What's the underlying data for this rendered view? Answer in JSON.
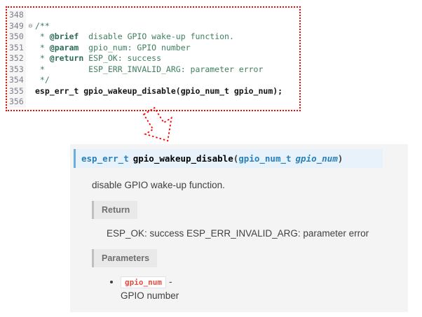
{
  "colors": {
    "accent-red": "#ff0000",
    "comment-green": "#3f7f5f",
    "tag-green": "#2d6b5a",
    "signature-bg": "#e7f2fa",
    "signature-accent": "#6ab0de",
    "link-blue": "#2980b9",
    "param-red": "#e74c3c"
  },
  "code_editor": {
    "lines": [
      {
        "number": "348",
        "fold": "",
        "segments": []
      },
      {
        "number": "349",
        "fold": "⊖",
        "segments": [
          {
            "text": "/**",
            "style": "comment"
          }
        ]
      },
      {
        "number": "350",
        "fold": "",
        "segments": [
          {
            "text": " * ",
            "style": "comment"
          },
          {
            "text": "@brief",
            "style": "tag"
          },
          {
            "text": "  disable GPIO wake-up function.",
            "style": "comment"
          }
        ]
      },
      {
        "number": "351",
        "fold": "",
        "segments": [
          {
            "text": " * ",
            "style": "comment"
          },
          {
            "text": "@param",
            "style": "tag"
          },
          {
            "text": "  gpio_num: GPIO number",
            "style": "comment"
          }
        ]
      },
      {
        "number": "352",
        "fold": "",
        "segments": [
          {
            "text": " * ",
            "style": "comment"
          },
          {
            "text": "@return",
            "style": "tag"
          },
          {
            "text": " ESP_OK: success",
            "style": "comment"
          }
        ]
      },
      {
        "number": "353",
        "fold": "",
        "segments": [
          {
            "text": " *         ESP_ERR_INVALID_ARG: parameter error",
            "style": "comment"
          }
        ]
      },
      {
        "number": "354",
        "fold": "",
        "segments": [
          {
            "text": " */",
            "style": "comment"
          }
        ]
      },
      {
        "number": "355",
        "fold": "",
        "segments": [
          {
            "text": "esp_err_t gpio_wakeup_disable(gpio_num_t gpio_num);",
            "style": "declaration"
          }
        ]
      },
      {
        "number": "356",
        "fold": "",
        "segments": []
      }
    ]
  },
  "doc": {
    "signature": {
      "return_type": "esp_err_t",
      "name": "gpio_wakeup_disable",
      "open_paren": "(",
      "param_type": "gpio_num_t",
      "param_name": "gpio_num",
      "close_paren": ")"
    },
    "description": "disable GPIO wake-up function.",
    "return_section": {
      "label": "Return",
      "content": "ESP_OK: success ESP_ERR_INVALID_ARG: parameter error"
    },
    "parameters_section": {
      "label": "Parameters",
      "items": [
        {
          "name": "gpio_num",
          "separator": "-",
          "description": "GPIO number"
        }
      ]
    }
  }
}
